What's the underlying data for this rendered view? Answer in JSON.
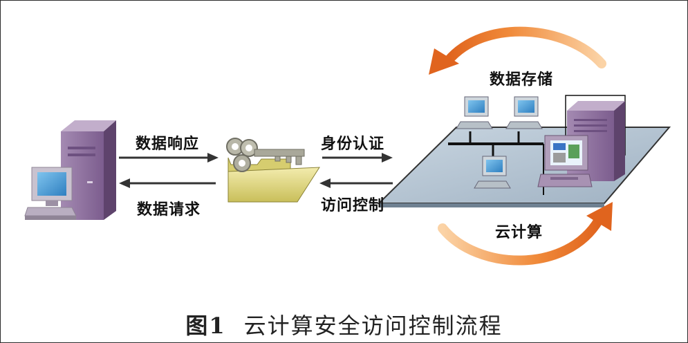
{
  "labels": {
    "data_response": "数据响应",
    "data_request": "数据请求",
    "identity_auth": "身份认证",
    "access_control": "访问控制",
    "data_storage": "数据存储",
    "cloud_computing": "云计算"
  },
  "caption": {
    "figure_number": "图1",
    "title": "云计算安全访问控制流程"
  },
  "colors": {
    "arrow_orange": "#e8752a",
    "platform_blue": "#b8c8d6",
    "server_purple": "#9b7fa8",
    "folder_yellow": "#e8e08a"
  }
}
